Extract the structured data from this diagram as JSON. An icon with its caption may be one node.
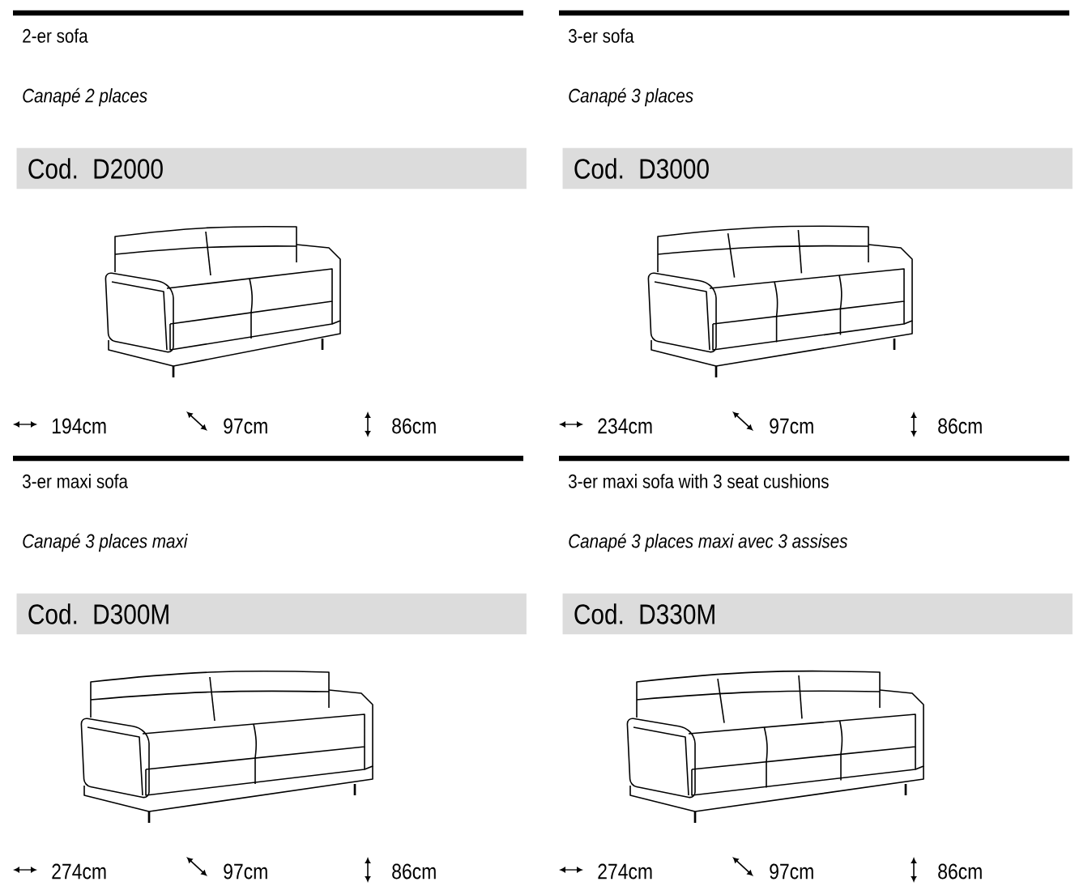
{
  "diagram": {
    "labels": [
      "2-er sofa",
      "Canapé 2 places",
      "Cod. D2000",
      "194cm",
      "97cm",
      "86cm",
      "3-er sofa",
      "Canapé 3 places",
      "Cod. D3000",
      "234cm",
      "97cm",
      "86cm",
      "3-er maxi sofa",
      "Canapé 3 places maxi",
      "Cod. D300M",
      "274cm",
      "97cm",
      "86cm",
      "3-er maxi sofa with 3 seat cushions",
      "Canapé 3 places maxi avec 3 assises",
      "Cod. D330M",
      "274cm",
      "97cm",
      "86cm"
    ]
  }
}
